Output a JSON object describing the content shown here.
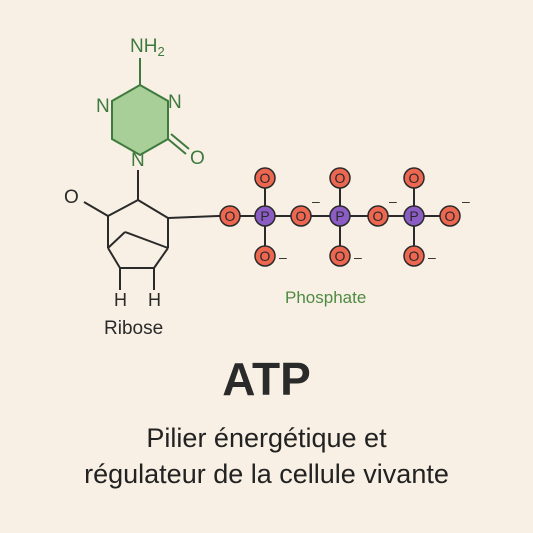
{
  "molecule": {
    "amine_label": "NH",
    "amine_subscript": "2",
    "ring_n_label": "N",
    "carbonyl_o_label": "O",
    "ribose_o_label": "O",
    "ribose_h_label": "H",
    "ribose_label": "Ribose",
    "phosphate_label": "Phosphate",
    "phosphorus_label": "P",
    "oxygen_label": "O",
    "charge_label": "–"
  },
  "colors": {
    "background": "#f8f0e4",
    "base_ring_fill": "#a8cf98",
    "base_text": "#3e7a3e",
    "phosphate_text": "#4f8a43",
    "oxygen_fill": "#ec6650",
    "phosphorus_fill": "#8a5cc4",
    "bond": "#2a2a2a"
  },
  "caption": {
    "title": "ATP",
    "subtitle_line1": "Pilier énergétique et",
    "subtitle_line2": "régulateur de la cellule vivante"
  }
}
